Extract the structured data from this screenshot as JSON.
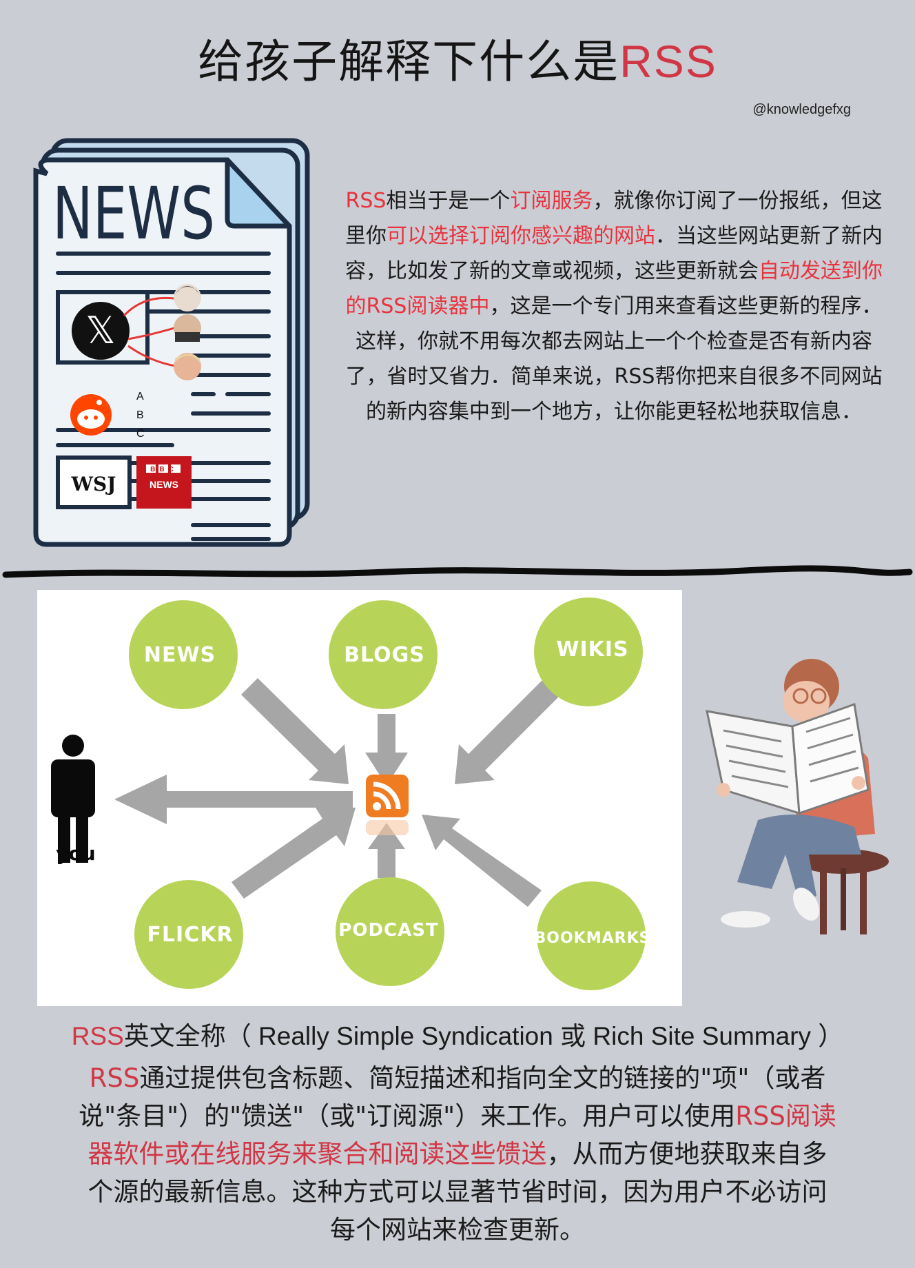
{
  "title": {
    "main": "给孩子解释下什么是",
    "accent": "RSS"
  },
  "handle": "@knowledgefxg",
  "intro": {
    "rss": "RSS",
    "t1": "相当于是一个",
    "h1": "订阅服务",
    "t2": "，就像你订阅了一份报纸，但这里你",
    "h2": "可以选择订阅你感兴趣的网站",
    "t3": "．当这些网站更新了新内容，比如发了新的文章或视频，这些更新就会",
    "h3": "自动发送到你的RSS阅读器中",
    "t4": "，这是一个专门用来查看这些更新的程序．这样，你就不用每次都去网站上一个个检查是否有新内容了，省时又省力．简单来说，RSS帮你把来自很多不同网站的新内容集中到一个地方，让你能更轻松地获取信息．"
  },
  "newspaper": {
    "heading": "NEWS",
    "list_labels": [
      "A",
      "B",
      "C"
    ],
    "wsj": "WSJ",
    "bbc_top": "BBC",
    "bbc_bottom": "NEWS"
  },
  "diagram": {
    "nodes": [
      "NEWS",
      "BLOGS",
      "WIKIS",
      "FLICKR",
      "PODCAST",
      "BOOKMARKS"
    ],
    "you_label": "you",
    "colors": {
      "node": "#b8d458",
      "arrow": "#a6a6a6",
      "rss": "#f07c22"
    }
  },
  "bottom": {
    "l1_rss": "RSS",
    "l1_text": "英文全称（ Really Simple Syndication 或 Rich Site Summary ）",
    "l2_rss": "RSS",
    "l2_text": "通过提供包含标题、简短描述和指向全文的链接的\"项\"（或者",
    "l3_text": "说\"条目\"）的\"馈送\"（或\"订阅源\"）来工作。用户可以使用",
    "l3_red": "RSS阅读",
    "l4_red": "器软件或在线服务来聚合和阅读这些馈送",
    "l4_text": "，从而方便地获取来自多",
    "l5_text": "个源的最新信息。这种方式可以显著节省时间，因为用户不必访问",
    "l6_text": "每个网站来检查更新。"
  }
}
